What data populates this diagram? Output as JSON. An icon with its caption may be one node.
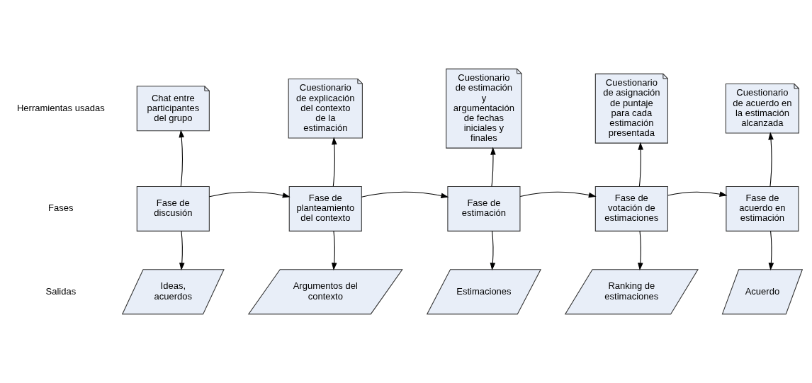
{
  "diagram": {
    "nodes": [
      {
        "text": [
          "Fase de discusión"
        ]
      },
      {
        "text": [
          "Fase de planteamiento del contexto"
        ]
      },
      {
        "text": [
          "Fase de estimación"
        ]
      },
      {
        "text": [
          "Fase de votación de estimaciones"
        ]
      },
      {
        "text": [
          "Fase de acuerdo en estimación"
        ]
      },
      {
        "text": [
          "Chat entre participantes del grupo"
        ]
      },
      {
        "text": [
          "Cuestionario de explicación del contexto de la estimación"
        ]
      },
      {
        "text": [
          "Cuestionario de estimación y argumentación de fechas iniciales y finales"
        ]
      },
      {
        "text": [
          "Cuestionario de asignación de puntaje para cada estimación presentada"
        ]
      },
      {
        "text": [
          "Cuestionario de acuerdo en la estimación alcanzada"
        ]
      },
      {
        "text": [
          "Ideas, acuerdos"
        ]
      },
      {
        "text": [
          "Argumentos del contexto"
        ]
      },
      {
        "text": [
          "Estimaciones"
        ]
      },
      {
        "text": [
          "Ranking de estimaciones"
        ]
      },
      {
        "text": [
          "Acuerdo"
        ]
      }
    ],
    "edges": [
      {
        "from": 0,
        "to": 1,
        "arrow": "to"
      },
      {
        "from": 1,
        "to": 2,
        "arrow": "to"
      },
      {
        "from": 2,
        "to": 3,
        "arrow": "to"
      },
      {
        "from": 3,
        "to": 4,
        "arrow": "to"
      },
      {
        "from": 0,
        "to": 5,
        "arrow": "to"
      },
      {
        "from": 1,
        "to": 6,
        "arrow": "to"
      },
      {
        "from": 2,
        "to": 7,
        "arrow": "to"
      },
      {
        "from": 3,
        "to": 8,
        "arrow": "to"
      },
      {
        "from": 4,
        "to": 9,
        "arrow": "to"
      },
      {
        "from": 0,
        "to": 10,
        "arrow": "to"
      },
      {
        "from": 1,
        "to": 11,
        "arrow": "to"
      },
      {
        "from": 2,
        "to": 12,
        "arrow": "to"
      },
      {
        "from": 3,
        "to": 13,
        "arrow": "to"
      },
      {
        "from": 4,
        "to": 14,
        "arrow": "to"
      }
    ],
    "labels": [
      "Herramientas usadas",
      "Fases",
      "Salidas"
    ]
  }
}
